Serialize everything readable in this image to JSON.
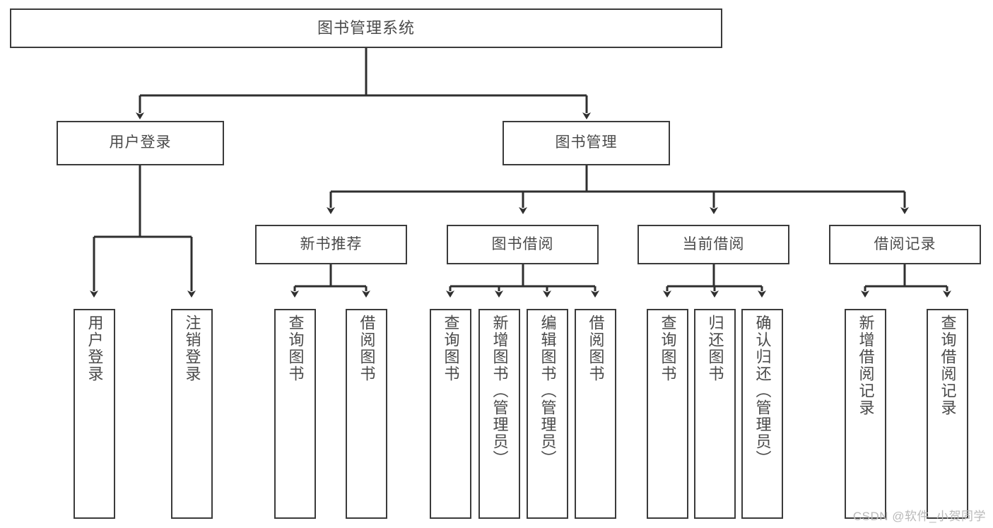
{
  "diagram": {
    "type": "tree-hierarchy-chart",
    "title": "图书管理系统",
    "stroke_color": "#3b3b3b",
    "text_color": "#4a4a4a",
    "background": "#ffffff",
    "watermark": "CSDN @软件_小贺同学"
  },
  "nodes": {
    "root": {
      "label": "图书管理系统"
    },
    "level1": [
      {
        "id": "user-login",
        "label": "用户登录"
      },
      {
        "id": "book-management",
        "label": "图书管理"
      }
    ],
    "level2": [
      {
        "id": "new-book-recommend",
        "label": "新书推荐"
      },
      {
        "id": "book-borrow",
        "label": "图书借阅"
      },
      {
        "id": "current-borrow",
        "label": "当前借阅"
      },
      {
        "id": "borrow-record",
        "label": "借阅记录"
      }
    ],
    "leaves": {
      "user_login": [
        {
          "id": "leaf-user-login",
          "label": "用户登录"
        },
        {
          "id": "leaf-logout-login",
          "label": "注销登录"
        }
      ],
      "new_book_recommend": [
        {
          "id": "leaf-query-book-1",
          "label": "查询图书"
        },
        {
          "id": "leaf-borrow-book-1",
          "label": "借阅图书"
        }
      ],
      "book_borrow": [
        {
          "id": "leaf-query-book-2",
          "label": "查询图书"
        },
        {
          "id": "leaf-add-book",
          "label": "新增图书（管理员）"
        },
        {
          "id": "leaf-edit-book",
          "label": "编辑图书（管理员）"
        },
        {
          "id": "leaf-borrow-book-2",
          "label": "借阅图书"
        }
      ],
      "current_borrow": [
        {
          "id": "leaf-query-book-3",
          "label": "查询图书"
        },
        {
          "id": "leaf-return-book",
          "label": "归还图书"
        },
        {
          "id": "leaf-confirm-return",
          "label": "确认归还（管理员）"
        }
      ],
      "borrow_record": [
        {
          "id": "leaf-add-record",
          "label": "新增借阅记录"
        },
        {
          "id": "leaf-query-record",
          "label": "查询借阅记录"
        }
      ]
    }
  }
}
